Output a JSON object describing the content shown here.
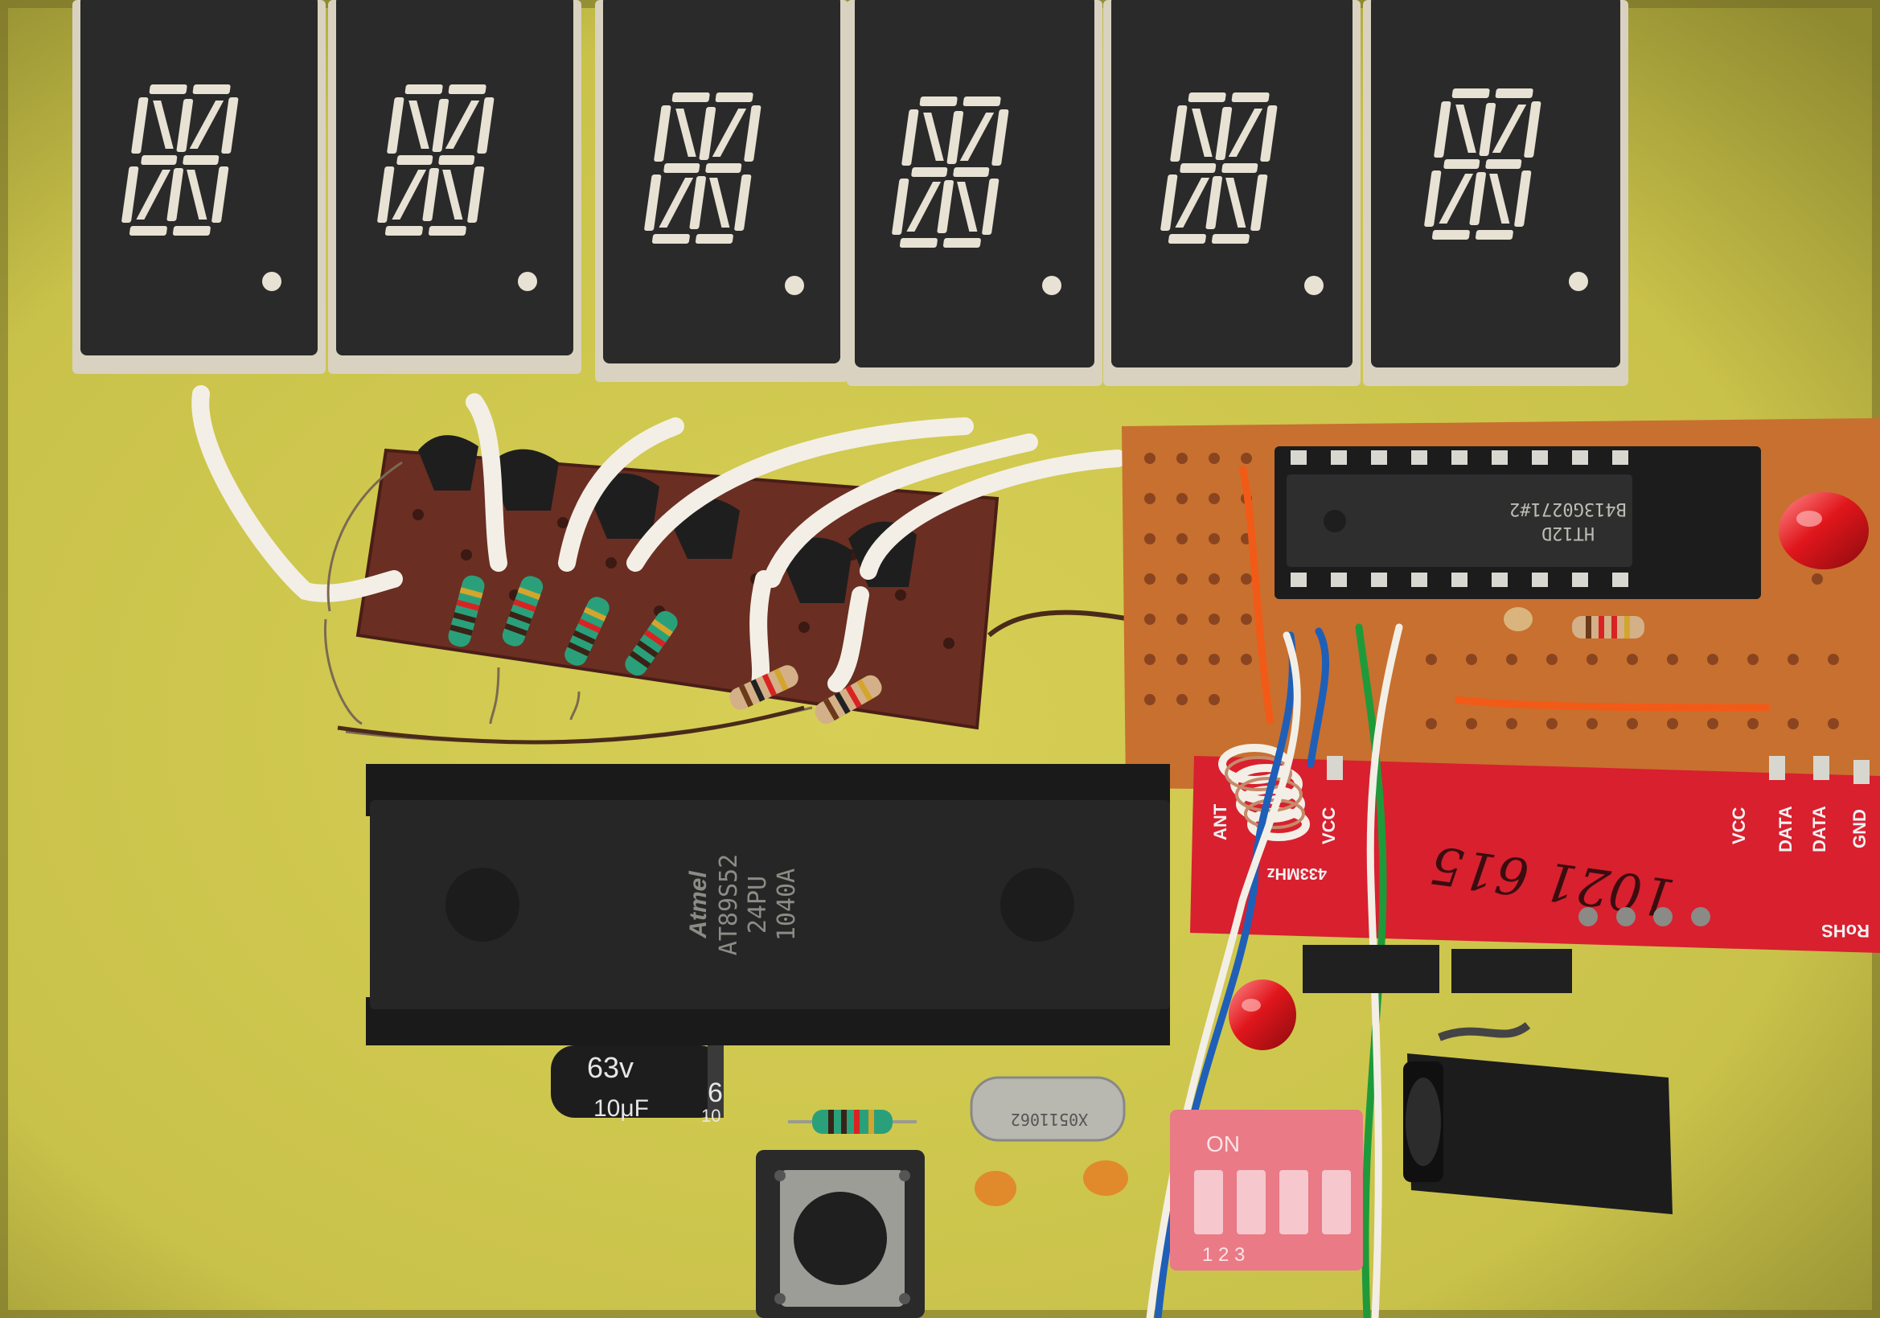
{
  "photo": {
    "colors": {
      "board": "#c9c24a",
      "board_dark": "#9f9a35",
      "display_body": "#2a2a2a",
      "display_frame": "#d9d2c0",
      "segment": "#e8e2d4",
      "perfboard": "#c8702f",
      "stripboard": "#6b2e22",
      "rf_module": "#d8202f",
      "ic_body": "#232323",
      "dip_switch": "#e97a86",
      "led_red": "#e0161c",
      "wire_white": "#f3efe6"
    },
    "displays": {
      "count": 6,
      "icon": "sixteen-segment-display"
    },
    "mcu": {
      "brand": "Atmel",
      "line1": "AT89S52",
      "line2": "24PU",
      "line3": "1040A"
    },
    "decoder": {
      "line1": "HT12D",
      "line2": "B413G0271#2"
    },
    "rf_module": {
      "pin_ant": "ANT",
      "pin_vcc_left": "VCC",
      "pin_vcc": "VCC",
      "pin_data1": "DATA",
      "pin_data2": "DATA",
      "pin_gnd": "GND",
      "freq": "433MHz",
      "handwriting": "1021 615",
      "rohs": "RoHS"
    },
    "capacitor": {
      "voltage": "63v",
      "value": "10μF",
      "side_digits": "6",
      "side_digits2": "10"
    },
    "crystal": {
      "label": "X0511062"
    },
    "dip": {
      "on_label": "ON",
      "numbers": "1 2 3"
    }
  }
}
